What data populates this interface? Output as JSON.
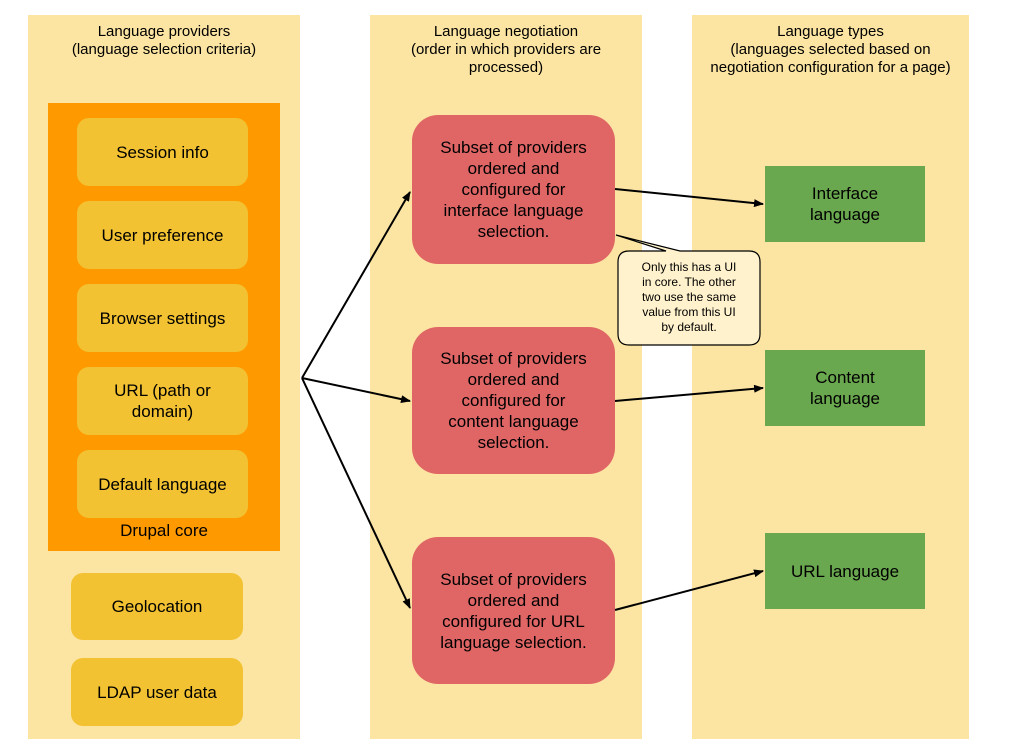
{
  "columns": {
    "providers": {
      "title": "Language providers\n(language selection criteria)"
    },
    "negotiation": {
      "title": "Language negotiation\n(order in which providers are\nprocessed)"
    },
    "types": {
      "title": "Language types\n(languages selected based on\nnegotiation configuration for a page)"
    }
  },
  "core": {
    "label": "Drupal core",
    "providers": [
      "Session info",
      "User preference",
      "Browser settings",
      "URL (path or\ndomain)",
      "Default language"
    ]
  },
  "extra_providers": [
    "Geolocation",
    "LDAP user data"
  ],
  "negotiation_boxes": [
    "Subset of providers\nordered and\nconfigured for\ninterface language\nselection.",
    "Subset of providers\nordered and\nconfigured for\ncontent language\nselection.",
    "Subset of providers\nordered and\nconfigured for URL\nlanguage selection."
  ],
  "language_types": [
    "Interface\nlanguage",
    "Content\nlanguage",
    "URL language"
  ],
  "callout": "Only this has a UI\nin core. The other\ntwo use the same\nvalue from this UI\nby default.",
  "colors": {
    "column_bg": "#fce5a2",
    "core_bg": "#ff9900",
    "provider_bg": "#f2c232",
    "negotiation_bg": "#e06666",
    "type_bg": "#6aa84f",
    "callout_bg": "#fff2cc"
  }
}
